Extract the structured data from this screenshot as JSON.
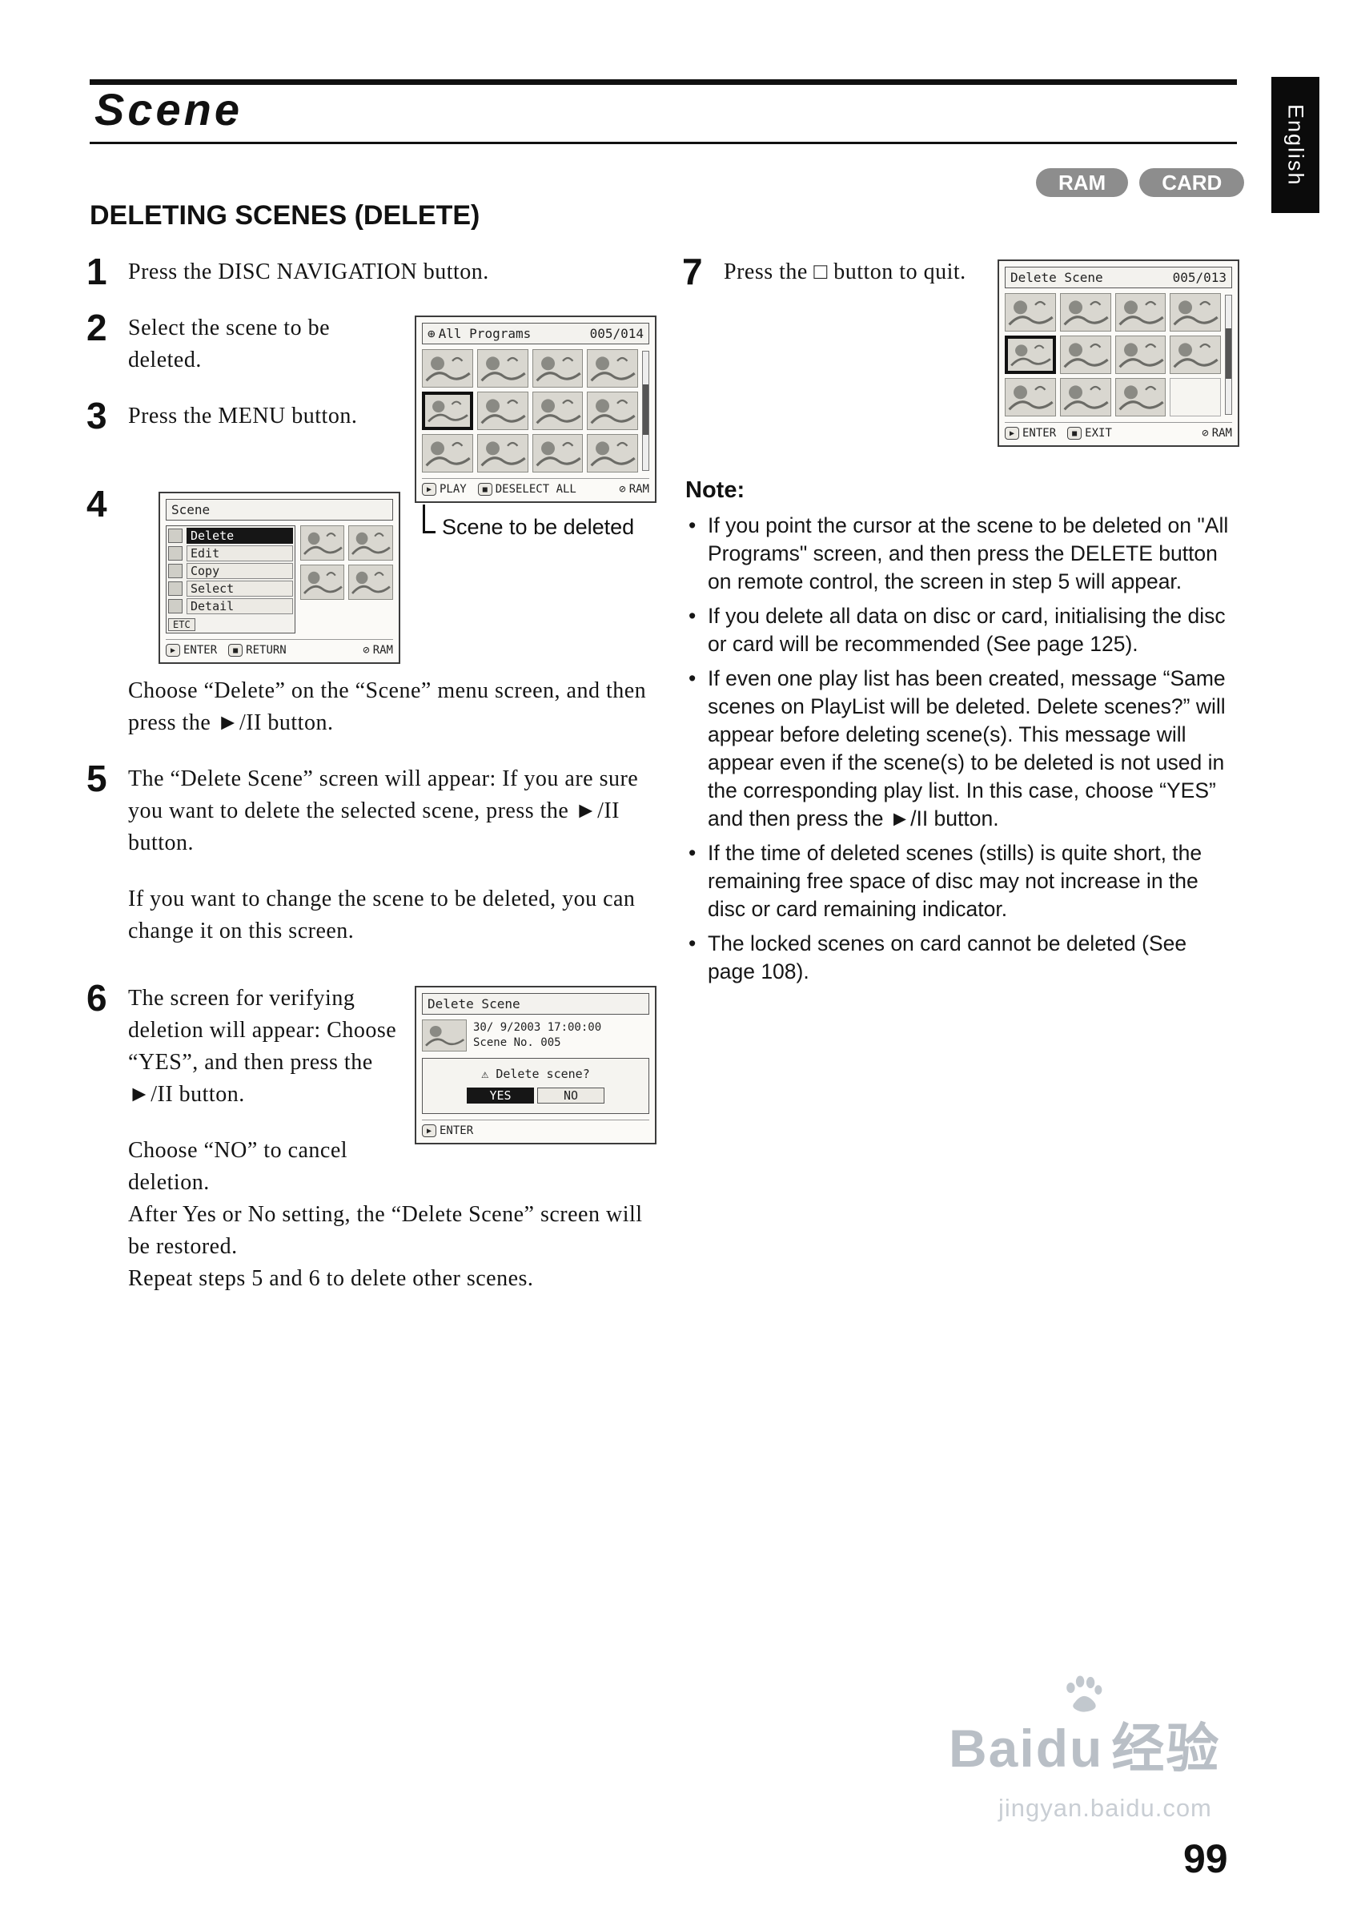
{
  "page": {
    "title": "Scene",
    "language_tab": "English",
    "section_heading": "DELETING SCENES (DELETE)",
    "page_number": "99"
  },
  "badges": {
    "ram": "RAM",
    "card": "CARD"
  },
  "icons": {
    "play": "▶",
    "stop": "■",
    "ram": "⊘",
    "warn": "⚠",
    "reel": "⊕"
  },
  "steps": {
    "s1": {
      "num": "1",
      "text": "Press the DISC NAVIGATION button."
    },
    "s2": {
      "num": "2",
      "text": "Select the scene to be deleted."
    },
    "s3": {
      "num": "3",
      "text": "Press the MENU button."
    },
    "s4": {
      "num": "4",
      "text": "Choose “Delete” on the “Scene” menu screen, and then press the ►/II button."
    },
    "s5": {
      "num": "5",
      "text": "The “Delete Scene” screen will appear: If you are sure you want to delete the selected scene, press the ►/II button."
    },
    "s5b": "If you want to change the scene to be deleted, you can change it on this screen.",
    "s6": {
      "num": "6",
      "text": "The screen for verifying deletion will appear: Choose “YES”, and then press the ►/II button."
    },
    "s6b": "Choose “NO” to cancel deletion.",
    "s6c": "After Yes or No setting, the “Delete Scene” screen will be restored.",
    "s6d": "Repeat steps 5 and 6 to delete other scenes.",
    "s7": {
      "num": "7",
      "text": "Press the □ button to quit."
    }
  },
  "callout": "Scene to be deleted",
  "screens": {
    "all_programs": {
      "title": "All Programs",
      "counter": "005/014",
      "footer": {
        "play": "PLAY",
        "stop": "DESELECT ALL",
        "ram": "RAM"
      }
    },
    "scene_menu": {
      "title": "Scene",
      "items": [
        "Delete",
        "Edit",
        "Copy",
        "Select",
        "Detail"
      ],
      "etc": "ETC",
      "footer": {
        "play": "ENTER",
        "stop": "RETURN",
        "ram": "RAM"
      }
    },
    "delete_confirm": {
      "title": "Delete Scene",
      "datetime": "30/ 9/2003 17:00:00",
      "scene_no": "Scene No. 005",
      "prompt": "Delete scene?",
      "yes": "YES",
      "no": "NO",
      "footer": {
        "play": "ENTER"
      }
    },
    "delete_scene": {
      "title": "Delete Scene",
      "counter": "005/013",
      "footer": {
        "play": "ENTER",
        "stop": "EXIT",
        "ram": "RAM"
      }
    }
  },
  "note": {
    "label": "Note:",
    "bullets": [
      "If you point the cursor at the scene to be deleted on \"All Programs\" screen, and then press the DELETE button on remote control, the screen in step 5 will appear.",
      "If you delete all data on disc or card, initialising the disc or card will be recommended (See page 125).",
      "If even one play list has been created, message “Same scenes on PlayList will be deleted. Delete scenes?” will appear before deleting scene(s). This message will appear even if the scene(s) to be deleted is not used in the corresponding play list. In this case, choose “YES” and then press the ►/II button.",
      "If the time of deleted scenes (stills) is quite short, the remaining free space of disc may not increase in the disc or card remaining indicator.",
      "The locked scenes on card cannot be deleted (See page 108)."
    ]
  },
  "watermark": {
    "brand": "Baidu",
    "suffix": "经验",
    "url": "jingyan.baidu.com"
  }
}
